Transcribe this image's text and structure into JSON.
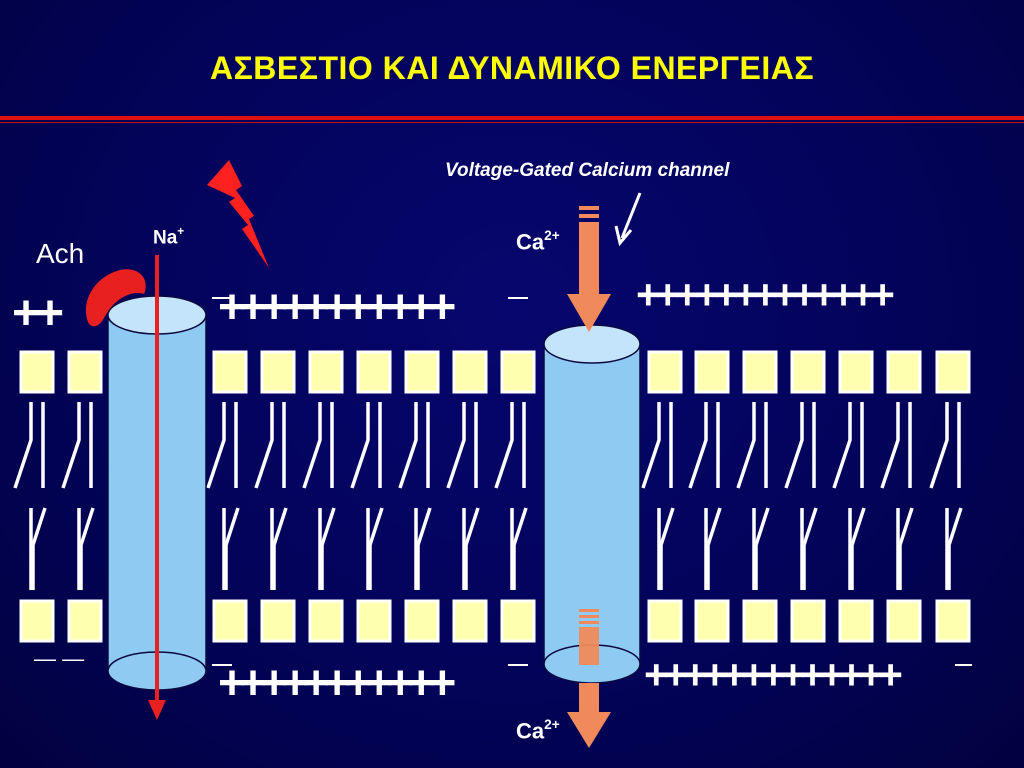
{
  "title": "ΑΣΒΕΣΤΙΟ ΚΑΙ ΔΥΝΑΜΙΚΟ ΕΝΕΡΓΕΙΑΣ",
  "labels": {
    "ach": "Ach",
    "na": "Na",
    "na_charge": "+",
    "channel": "Voltage-Gated Calcium channel",
    "ca": "Ca",
    "ca_charge": "2+"
  },
  "charges": {
    "left_top": "++",
    "left_bottom": "— —",
    "middle_top": "+++++++++++",
    "middle_bottom": "+++++++++++",
    "right_top": "+++++++++++++",
    "right_bottom": "+++++++++++++"
  },
  "colors": {
    "background": "#03035a",
    "title": "#ffff00",
    "rule": "#e01010",
    "lipid_head": "#ffffb0",
    "tail": "#ffffff",
    "channel": "#8ecaf2",
    "ach": "#e82020",
    "na_arrow": "#e82020",
    "ca_arrow": "#f08a5a"
  }
}
